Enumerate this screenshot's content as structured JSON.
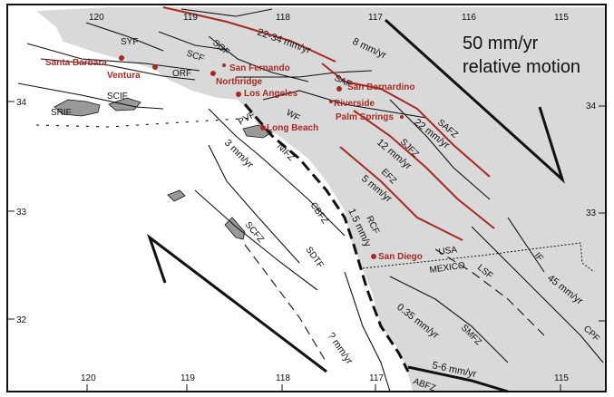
{
  "map": {
    "lon_ticks": [
      "120",
      "119",
      "118",
      "117",
      "116",
      "115"
    ],
    "lat_ticks": [
      "34",
      "33",
      "32"
    ],
    "relative_motion": {
      "rate": "50 mm/yr",
      "text": "relative motion"
    },
    "cities": [
      "Santa Barbara",
      "Ventura",
      "San Fernando",
      "Northridge",
      "Los Angeles",
      "Long Beach",
      "San Bernardino",
      "Riverside",
      "Palm Springs",
      "San Diego"
    ],
    "faults": [
      "SYF",
      "SCF",
      "SGF",
      "ORF",
      "SAF",
      "WF",
      "SCIF",
      "SRIF",
      "PVF",
      "NIFZ",
      "SAFZ",
      "SJFZ",
      "EFZ",
      "CBFZ",
      "SCFZ",
      "SDTF",
      "RCF",
      "LSF",
      "IF",
      "SMFZ",
      "CPF",
      "ABFZ"
    ],
    "rates": [
      "22-34 mm/yr",
      "8 mm/yr",
      "22 mm/yr",
      "12 mm/yr",
      "5 mm/yr",
      "3 mm/yr",
      "1.5 mm/y",
      "45 mm/yr",
      "0.35 mm/yr",
      "? mm/yr",
      "5-6 mm/yr"
    ],
    "borders": {
      "usa": "USA",
      "mexico": "MEXICO"
    },
    "colors": {
      "land": "#d9d9d9",
      "sea": "#ffffff",
      "fault_highlight": "#a52a22",
      "city": "#a52a22"
    }
  }
}
